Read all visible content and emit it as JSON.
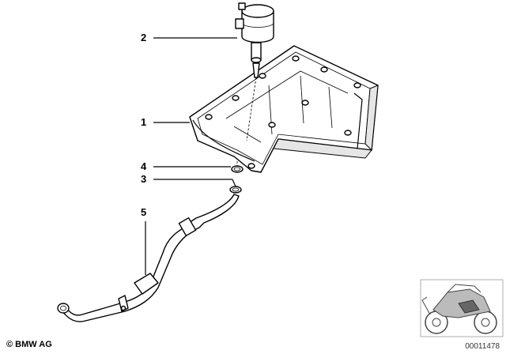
{
  "callouts": [
    {
      "id": "callout-1",
      "label": "1"
    },
    {
      "id": "callout-2",
      "label": "2"
    },
    {
      "id": "callout-3",
      "label": "3"
    },
    {
      "id": "callout-4",
      "label": "4"
    },
    {
      "id": "callout-5",
      "label": "5"
    }
  ],
  "footer": {
    "copyright": "© BMW AG",
    "doc_number": "00011478"
  },
  "thumbnail": {
    "icon": "motorcycle-thumbnail-icon"
  }
}
